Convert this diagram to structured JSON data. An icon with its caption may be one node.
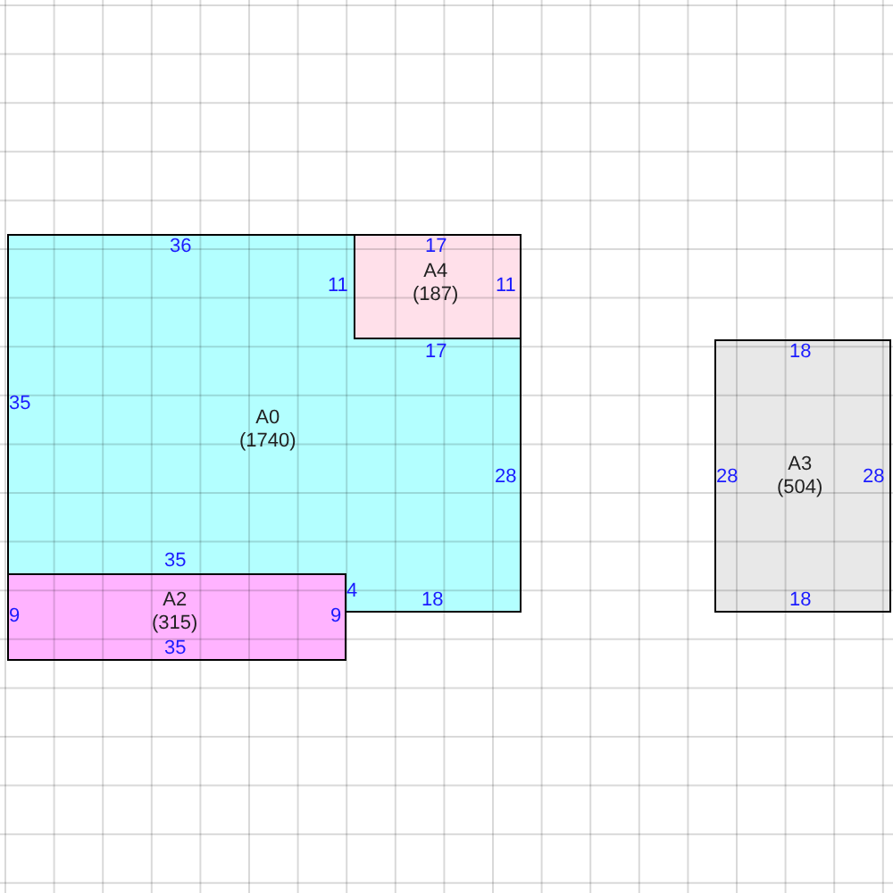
{
  "diagram": {
    "nodes": [
      {
        "text": [
          "A0",
          "(1740)"
        ]
      },
      {
        "text": [
          "A4",
          "(187)"
        ],
        "in": 0
      },
      {
        "text": [
          "A3",
          "(504)"
        ]
      },
      {
        "text": [
          "A2",
          "(315)"
        ]
      }
    ],
    "labels": [
      "36",
      "17",
      "11",
      "11",
      "17",
      "18",
      "35",
      "28",
      "28",
      "28",
      "35",
      "4",
      "18",
      "18",
      "9",
      "9",
      "35"
    ]
  }
}
